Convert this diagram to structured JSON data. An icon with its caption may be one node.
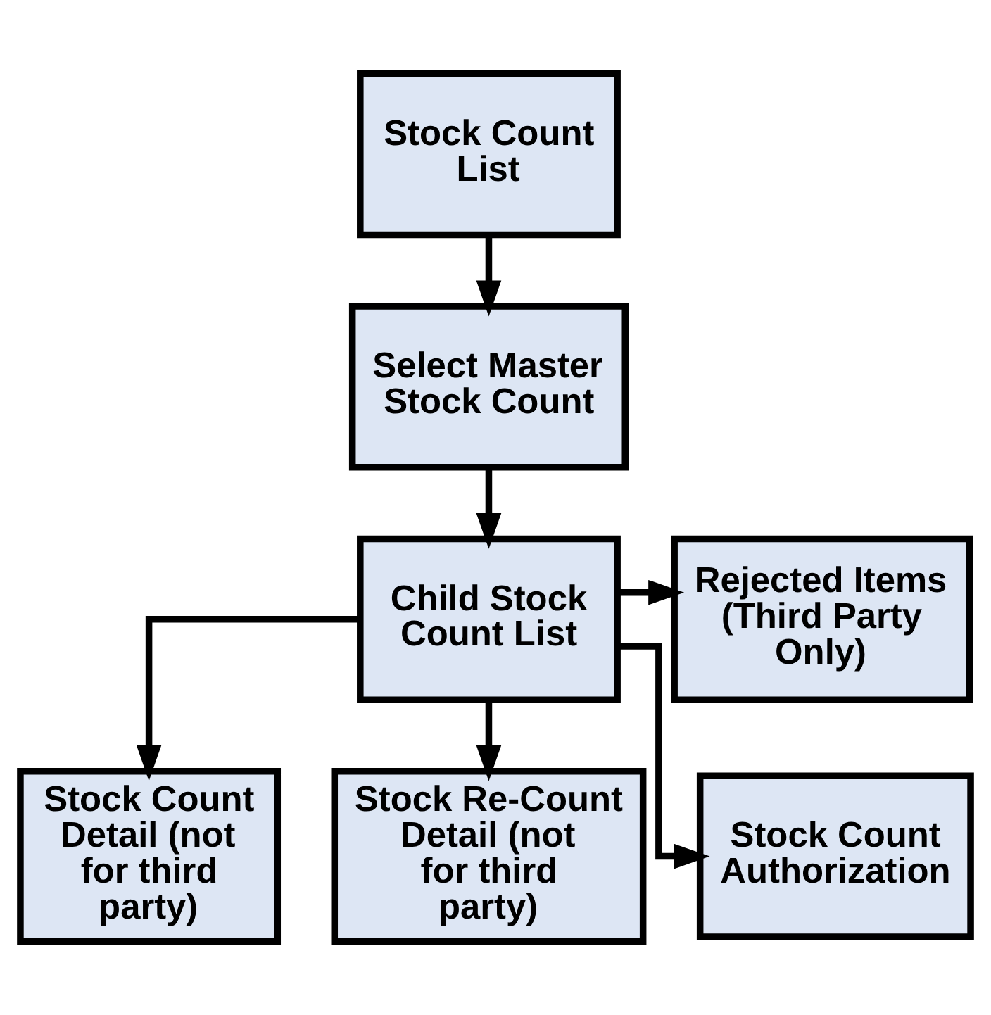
{
  "diagram": {
    "nodes": [
      {
        "text": [
          "Stock Count List"
        ]
      },
      {
        "text": [
          "Select Master Stock Count"
        ]
      },
      {
        "text": [
          "Child Stock Count List"
        ]
      },
      {
        "text": [
          "Rejected Items (Third Party Only)"
        ]
      },
      {
        "text": [
          "Stock Count Detail (not for third party)"
        ]
      },
      {
        "text": [
          "Stock Re-Count Detail (not for third party)"
        ]
      },
      {
        "text": [
          "Stock Count Authorization"
        ]
      }
    ],
    "edges": [
      {
        "from": 0,
        "to": 1,
        "arrow": "to"
      },
      {
        "from": 1,
        "to": 2,
        "arrow": "to"
      },
      {
        "from": 2,
        "to": 3,
        "arrow": "to"
      },
      {
        "from": 2,
        "to": 4,
        "arrow": "to"
      },
      {
        "from": 2,
        "to": 5,
        "arrow": "to"
      },
      {
        "from": 2,
        "to": 6,
        "arrow": "to"
      }
    ]
  }
}
